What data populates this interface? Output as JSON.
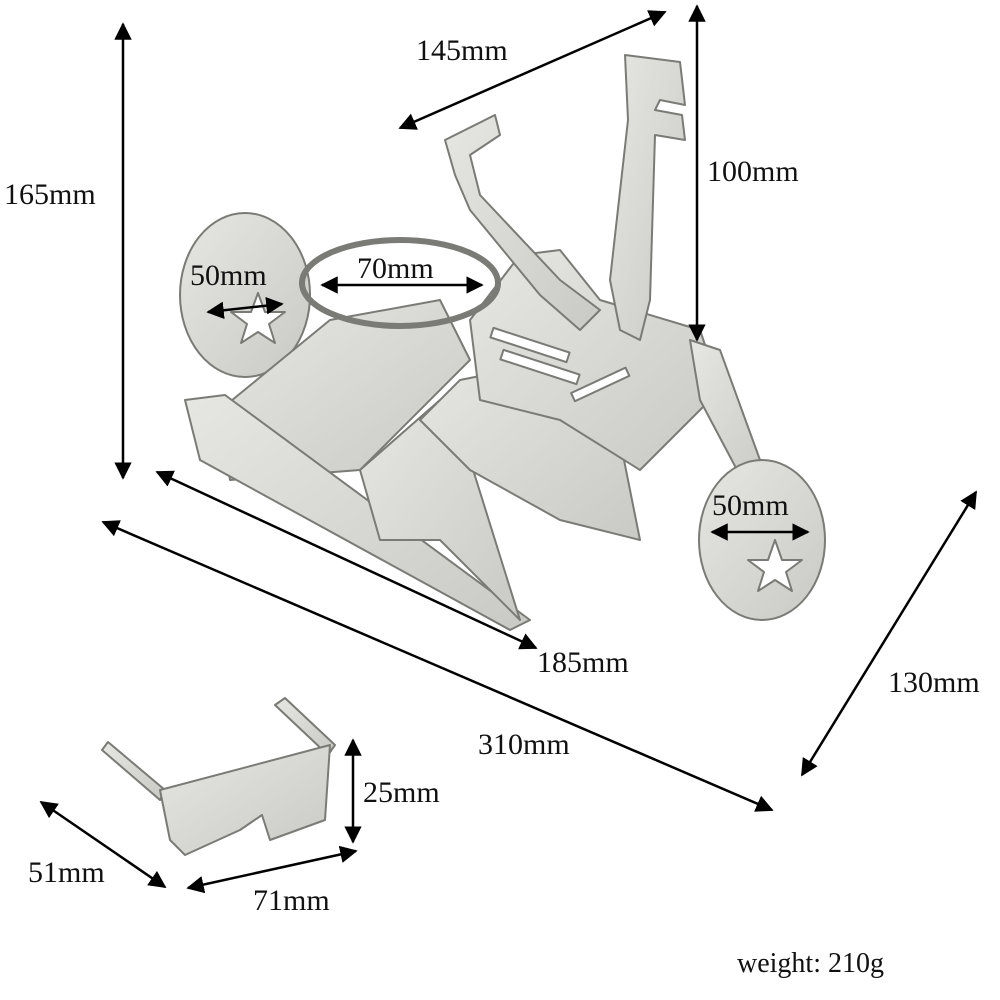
{
  "dimensions": {
    "total_height": "165mm",
    "top_width": "145mm",
    "handlebar_height": "100mm",
    "ring_diameter": "70mm",
    "rear_wheel": "50mm",
    "front_wheel": "50mm",
    "base_length": "185mm",
    "overall_length": "310mm",
    "depth": "130mm",
    "glasses_height": "25mm",
    "glasses_depth": "51mm",
    "glasses_width": "71mm"
  },
  "weight_label": "weight: 210g",
  "colors": {
    "metal": "#d9d9d6",
    "metal_dark": "#b8b8b4",
    "outline": "#7a7a76",
    "arrow": "#000000"
  },
  "icons": [
    "motorcycle-wine-holder-illustration",
    "glasses-accessory-illustration"
  ]
}
